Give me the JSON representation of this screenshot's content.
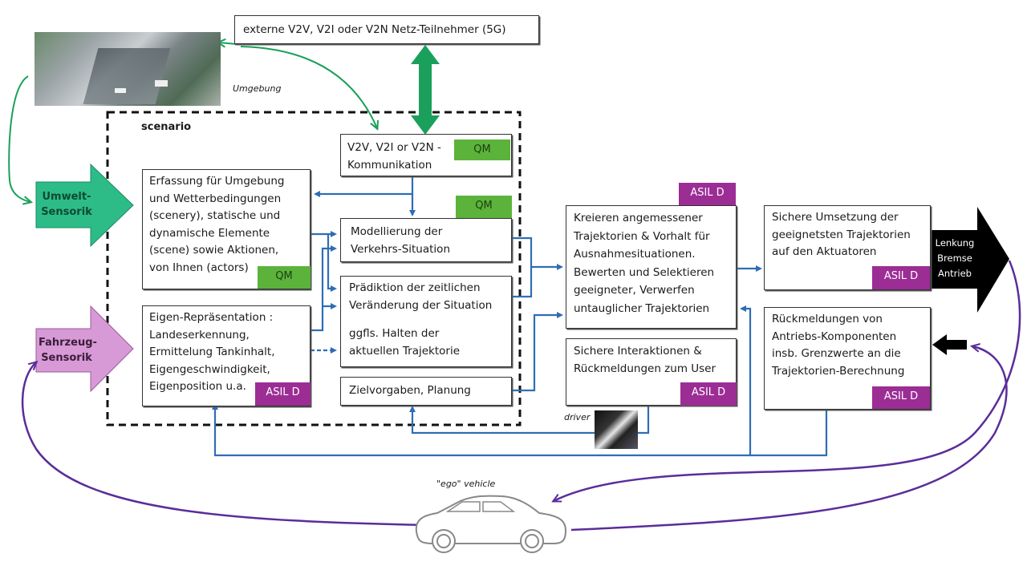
{
  "title": "Automated driving functional architecture with ASIL / QM classification",
  "colors": {
    "qm": "#5cb33b",
    "asil": "#9b2d95",
    "flow_arrow": "#2f6db5",
    "network_arrow": "#1aa05a",
    "vehicle_loop": "#5a2d9a",
    "umwelt_arrow": "#2dbc88",
    "fahrzeug_arrow": "#d79ad6",
    "actuator_arrow": "#000000"
  },
  "top": {
    "network_box": "externe V2V, V2I oder V2N  Netz-Teilnehmer (5G)",
    "environment_label": "Umgebung",
    "environment_photo": "city-street-scene"
  },
  "scenario": {
    "label": "scenario"
  },
  "inputs": {
    "umwelt": [
      "Umwelt-",
      "Sensorik"
    ],
    "fahrzeug": [
      "Fahrzeug-",
      "Sensorik"
    ]
  },
  "boxes": {
    "erfassung": {
      "lines": [
        "Erfassung für Umgebung",
        "und Wetterbedingungen",
        "(scenery),  statische und",
        "dynamische Elemente",
        "(scene) sowie Aktionen,",
        "von Ihnen (actors)"
      ],
      "badge": "QM"
    },
    "eigen": {
      "lines": [
        "Eigen-Repräsentation :",
        "Landeserkennung,",
        "Ermittelung Tankinhalt,",
        "Eigengeschwindigkeit,",
        "Eigenposition u.a."
      ],
      "badge": "ASIL D"
    },
    "kommunikation": {
      "lines": [
        "V2V, V2I or V2N -",
        "Kommunikation"
      ],
      "badge": "QM"
    },
    "modellierung": {
      "lines": [
        "Modellierung  der",
        "Verkehrs-Situation"
      ],
      "badge": "QM"
    },
    "praediktion": {
      "lines": [
        "Prädiktion der zeitlichen",
        "Veränderung der Situation",
        "",
        "ggfls. Halten der",
        "aktuellen Trajektorie"
      ]
    },
    "ziel": {
      "lines": [
        "Zielvorgaben, Planung"
      ]
    },
    "kreieren": {
      "lines": [
        "Kreieren angemessener",
        "Trajektorien & Vorhalt für",
        "Ausnahmesituationen.",
        "Bewerten und Selektieren",
        "geeigneter, Verwerfen",
        "untauglicher Trajektorien"
      ],
      "badge": "ASIL D"
    },
    "interaktionen": {
      "lines": [
        "Sichere Interaktionen &",
        "Rückmeldungen zum User"
      ],
      "badge": "ASIL D"
    },
    "umsetzung": {
      "lines": [
        "Sichere Umsetzung der",
        "geeignetsten Trajektorien",
        "auf den Aktuatoren"
      ],
      "badge": "ASIL D"
    },
    "rueckmeldungen": {
      "lines": [
        "Rückmeldungen  von",
        "Antriebs-Komponenten",
        "insb. Grenzwerte an die",
        "Trajektorien-Berechnung"
      ],
      "badge": "ASIL D"
    }
  },
  "actuators": [
    "Lenkung",
    "Bremse",
    "Antrieb"
  ],
  "driver_label": "driver",
  "vehicle_label": "\"ego\" vehicle"
}
